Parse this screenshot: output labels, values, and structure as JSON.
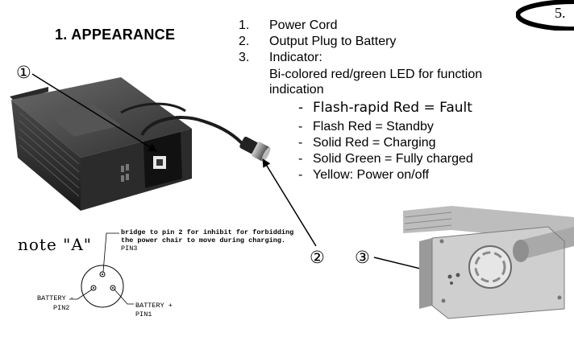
{
  "header": {
    "page_number": "5."
  },
  "section": {
    "title": "1. APPEARANCE"
  },
  "parts_list": [
    {
      "num": "1.",
      "text": "Power Cord"
    },
    {
      "num": "2.",
      "text": "Output Plug to Battery"
    },
    {
      "num": "3.",
      "text": "Indicator:"
    }
  ],
  "indicator": {
    "description_line1": "Bi-colored red/green LED for function",
    "description_line2": "indication",
    "states": [
      {
        "dash": "-",
        "text": "Flash-rapid Red = Fault"
      },
      {
        "dash": "-",
        "text": "Flash Red = Standby"
      },
      {
        "dash": "-",
        "text": "Solid Red = Charging"
      },
      {
        "dash": "-",
        "text": "Solid Green = Fully charged"
      },
      {
        "dash": "-",
        "text": "Yellow:  Power on/off"
      }
    ]
  },
  "callouts": {
    "one": "①",
    "two": "②",
    "three": "③"
  },
  "pin_diagram": {
    "note": "note \"A\"",
    "bridge_line1": "bridge to pin 2 for inhibit for forbidding",
    "bridge_line2": "the power chair to move during charging.",
    "pin3": "PIN3",
    "battery_neg_line1": "BATTERY -",
    "battery_neg_line2": "PIN2",
    "battery_pos_line1": "BATTERY +",
    "battery_pos_line2": "PIN1"
  }
}
